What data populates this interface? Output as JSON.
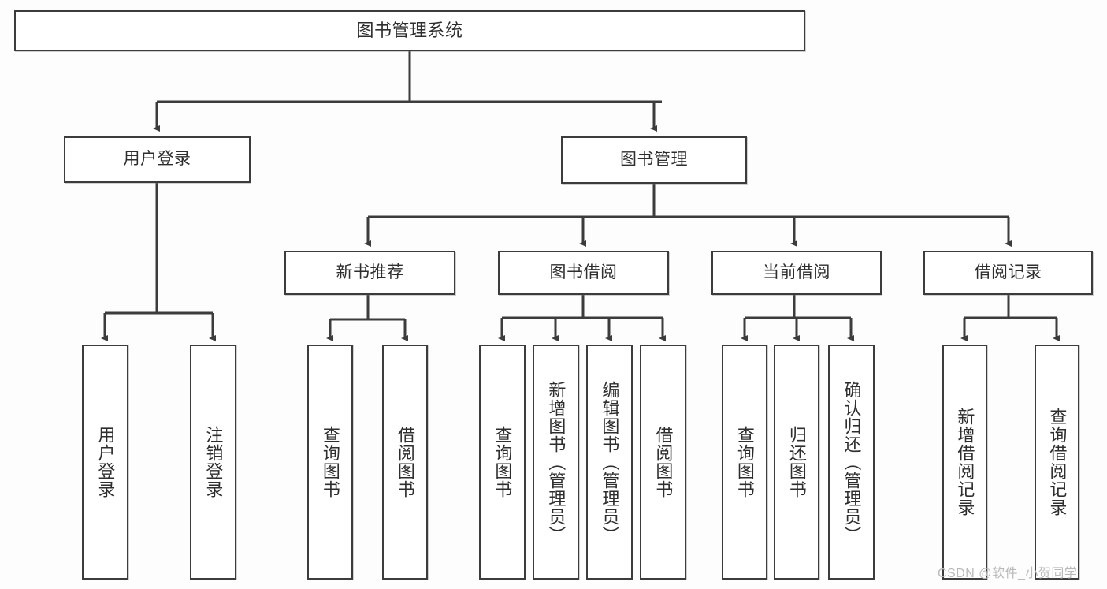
{
  "diagram": {
    "title": "图书管理系统",
    "type": "功能结构图",
    "theme": {
      "background": "#fdfdfd",
      "node_fill": "#ffffff",
      "stroke": "#3c3c3c",
      "text": "#2e2e2e",
      "watermark": "#b9b9b9"
    }
  },
  "watermark": {
    "text": "CSDN @软件_小贺同学"
  },
  "nodes": {
    "root": {
      "label": "图书管理系统"
    },
    "level1": [
      {
        "id": "user-login",
        "label": "用户登录"
      },
      {
        "id": "book-manage",
        "label": "图书管理"
      }
    ],
    "level2": [
      {
        "id": "new-book-recommend",
        "label": "新书推荐"
      },
      {
        "id": "book-borrow",
        "label": "图书借阅"
      },
      {
        "id": "current-borrow",
        "label": "当前借阅"
      },
      {
        "id": "borrow-record",
        "label": "借阅记录"
      }
    ],
    "leaves": {
      "user_login": [
        {
          "id": "leaf-user-login",
          "label": "用户登录"
        },
        {
          "id": "leaf-logout-login",
          "label": "注销登录"
        }
      ],
      "new_book_recommend": [
        {
          "id": "leaf-query-book-1",
          "label": "查询图书"
        },
        {
          "id": "leaf-borrow-book-1",
          "label": "借阅图书"
        }
      ],
      "book_borrow": [
        {
          "id": "leaf-query-book-2",
          "label": "查询图书"
        },
        {
          "id": "leaf-add-book",
          "label": "新增图书（管理员）"
        },
        {
          "id": "leaf-edit-book",
          "label": "编辑图书（管理员）"
        },
        {
          "id": "leaf-borrow-book-2",
          "label": "借阅图书"
        }
      ],
      "current_borrow": [
        {
          "id": "leaf-query-book-3",
          "label": "查询图书"
        },
        {
          "id": "leaf-return-book",
          "label": "归还图书"
        },
        {
          "id": "leaf-confirm-return",
          "label": "确认归还（管理员）"
        }
      ],
      "borrow_record": [
        {
          "id": "leaf-add-record",
          "label": "新增借阅记录"
        },
        {
          "id": "leaf-query-record",
          "label": "查询借阅记录"
        }
      ]
    }
  }
}
